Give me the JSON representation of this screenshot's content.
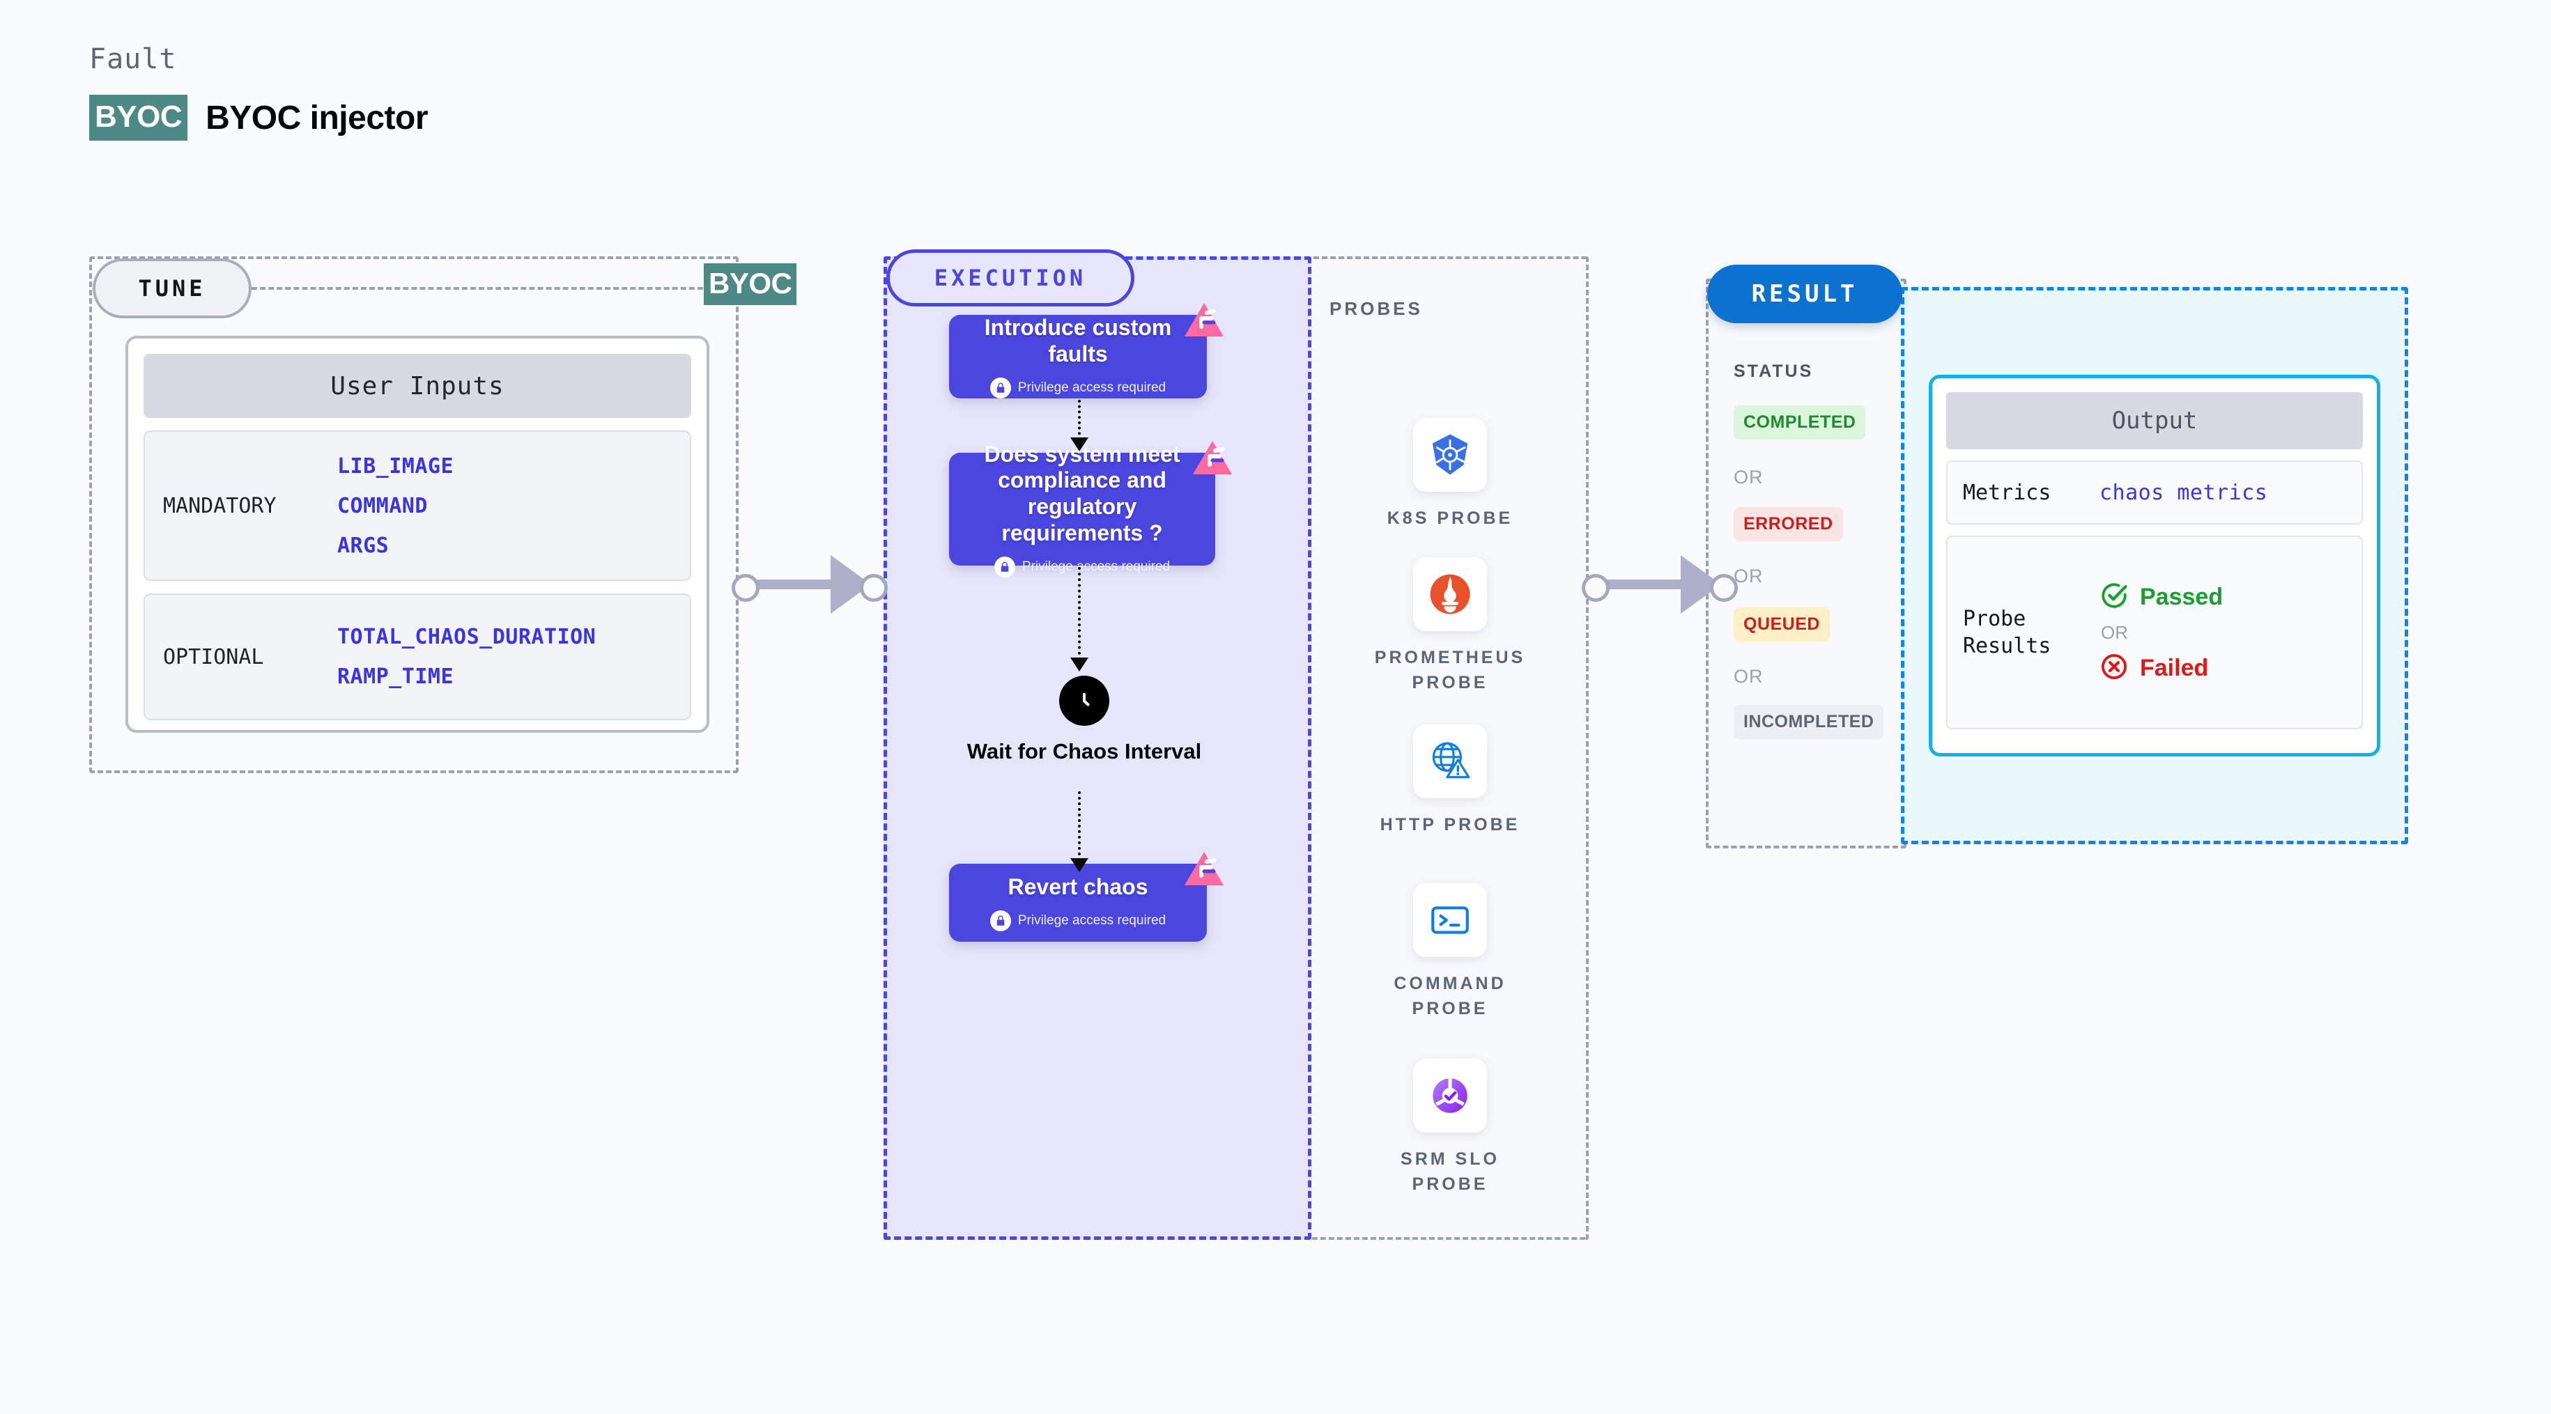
{
  "header": {
    "eyebrow": "Fault",
    "badge": "BYOC",
    "title": "BYOC injector"
  },
  "tune": {
    "pill_label": "TUNE",
    "connector_badge": "BYOC",
    "card_header": "User Inputs",
    "groups": [
      {
        "label": "MANDATORY",
        "params": [
          "LIB_IMAGE",
          "COMMAND",
          "ARGS"
        ]
      },
      {
        "label": "OPTIONAL",
        "params": [
          "TOTAL_CHAOS_DURATION",
          "RAMP_TIME"
        ]
      }
    ]
  },
  "execution": {
    "pill_label": "EXECUTION",
    "privilege_note": "Privilege access required",
    "steps": [
      {
        "title": "Introduce custom faults",
        "privilege": true,
        "chaos_badge": true
      },
      {
        "title": "Does system meet compliance and regulatory requirements ?",
        "privilege": true,
        "chaos_badge": true
      },
      {
        "title": "Wait for Chaos Interval",
        "privilege": false,
        "icon": "clock-icon"
      },
      {
        "title": "Revert chaos",
        "privilege": true,
        "chaos_badge": true
      }
    ]
  },
  "probes": {
    "label": "PROBES",
    "items": [
      {
        "name": "K8S PROBE",
        "icon": "kubernetes-icon"
      },
      {
        "name": "PROMETHEUS PROBE",
        "icon": "prometheus-icon"
      },
      {
        "name": "HTTP PROBE",
        "icon": "globe-warning-icon"
      },
      {
        "name": "COMMAND PROBE",
        "icon": "terminal-icon"
      },
      {
        "name": "SRM SLO PROBE",
        "icon": "slo-donut-icon"
      }
    ]
  },
  "result": {
    "pill_label": "RESULT",
    "status_label": "STATUS",
    "or_label": "OR",
    "statuses": [
      {
        "label": "COMPLETED",
        "color": "#1f8a2e",
        "bg": "#dcf5dd"
      },
      {
        "label": "ERRORED",
        "color": "#cf1c1c",
        "bg": "#fbe6e6"
      },
      {
        "label": "QUEUED",
        "color": "#cf1c1c",
        "bg": "#fdefc8"
      },
      {
        "label": "INCOMPLETED",
        "color": "#5b6478",
        "bg": "#eeeff4"
      }
    ],
    "output": {
      "header": "Output",
      "metrics_label": "Metrics",
      "metrics_value": "chaos metrics",
      "probe_results_label": "Probe Results",
      "passed_label": "Passed",
      "failed_label": "Failed",
      "or_label": "OR"
    }
  },
  "colors": {
    "accent_purple": "#4a46de",
    "accent_teal": "#4d8a85",
    "accent_blue": "#0b72cf",
    "accent_cyan": "#14b0e8",
    "chaos_pink": "#fb6ba0"
  }
}
